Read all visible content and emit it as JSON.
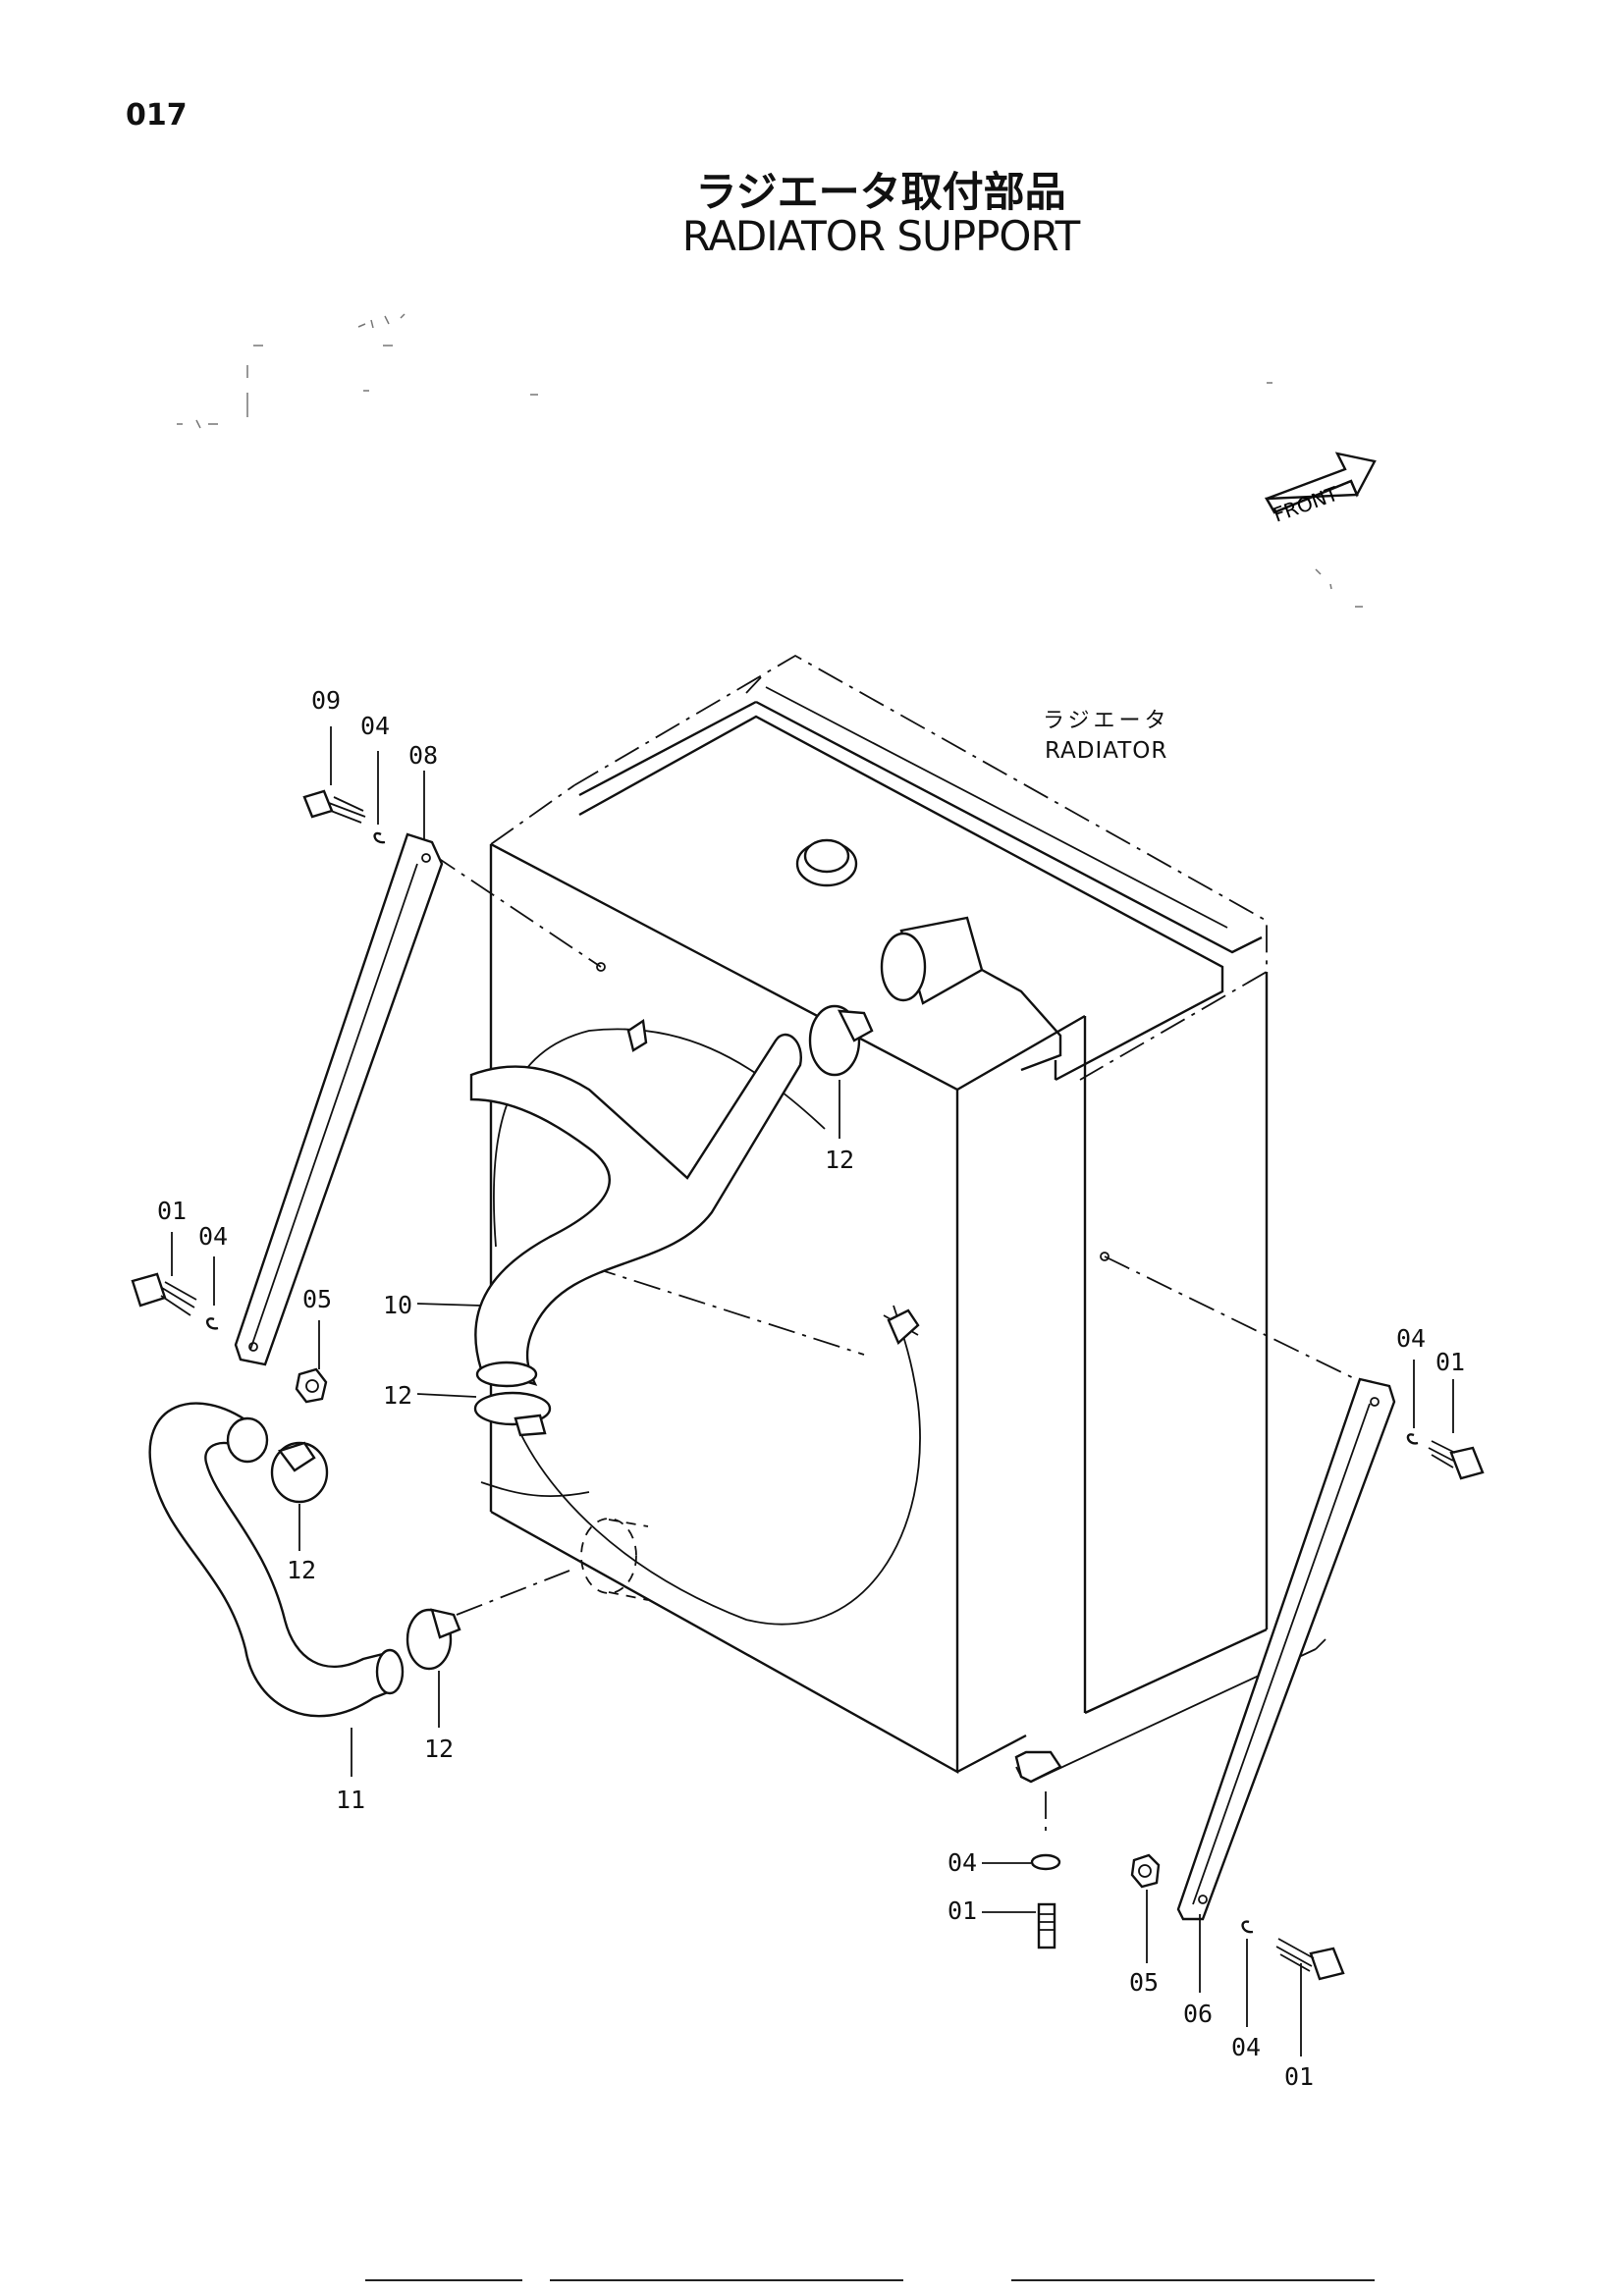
{
  "page_number": "017",
  "title_ja": "ラジエータ取付部品",
  "title_en": "RADIATOR SUPPORT",
  "radiator_label_ja": "ラジエータ",
  "radiator_label_en": "RADIATOR",
  "front_label": "FRONT",
  "callouts": {
    "c09": "09",
    "c04a": "04",
    "c08": "08",
    "c01a": "01",
    "c04b": "04",
    "c05a": "05",
    "c10": "10",
    "c12a": "12",
    "c12b": "12",
    "c12c": "12",
    "c12d": "12",
    "c11": "11",
    "c04c": "04",
    "c01b": "01",
    "c04d": "04",
    "c01c": "01",
    "c05b": "05",
    "c06": "06",
    "c04e": "04",
    "c01d": "01"
  }
}
